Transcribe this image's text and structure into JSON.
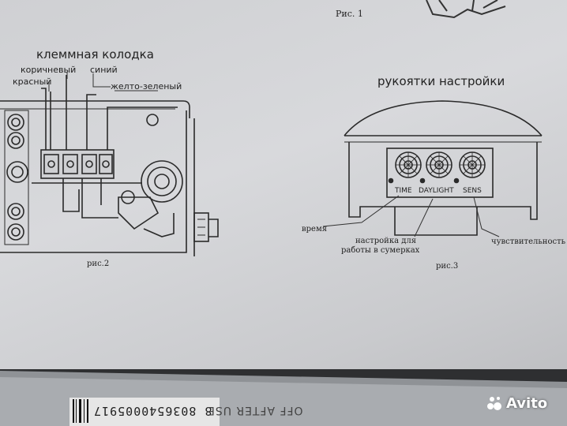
{
  "fig1": {
    "caption": "Рис. 1"
  },
  "fig2": {
    "title": "клеммная колодка",
    "wire_labels": {
      "brown": "коричневый",
      "blue": "синий",
      "red": "красный",
      "yellow_green": "желто-зеленый"
    },
    "caption": "рис.2"
  },
  "fig3": {
    "title": "рукоятки настройки",
    "knob_labels": {
      "time": "TIME",
      "daylight": "DAYLIGHT",
      "sens": "SENS"
    },
    "callouts": {
      "time": "время",
      "daylight_line1": "настройка для",
      "daylight_line2": "работы в сумерках",
      "sens": "чувствительность"
    },
    "caption": "рис.3"
  },
  "pen": {
    "barcode_digits": "8 8036540005917",
    "imprint": "OFF AFTER USE"
  },
  "watermark": {
    "brand": "Avito"
  }
}
